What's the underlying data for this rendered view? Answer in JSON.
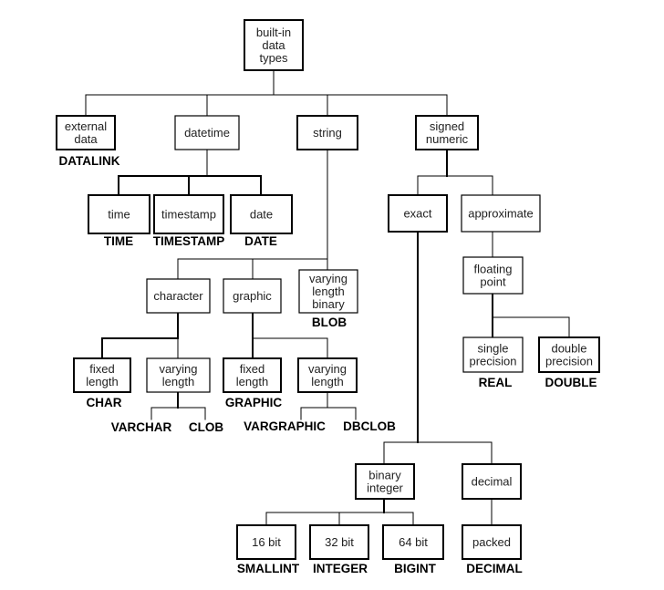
{
  "diagram": {
    "nodes": {
      "builtin": [
        "built-in",
        "data",
        "types"
      ],
      "external": [
        "external",
        "data"
      ],
      "datetime": [
        "datetime"
      ],
      "string": [
        "string"
      ],
      "signed_numeric": [
        "signed",
        "numeric"
      ],
      "time": [
        "time"
      ],
      "timestamp": [
        "timestamp"
      ],
      "date": [
        "date"
      ],
      "exact": [
        "exact"
      ],
      "approximate": [
        "approximate"
      ],
      "character": [
        "character"
      ],
      "graphic": [
        "graphic"
      ],
      "varying_length_binary": [
        "varying",
        "length",
        "binary"
      ],
      "floating_point": [
        "floating",
        "point"
      ],
      "char_fixed": [
        "fixed",
        "length"
      ],
      "char_varying": [
        "varying",
        "length"
      ],
      "graphic_fixed": [
        "fixed",
        "length"
      ],
      "graphic_varying": [
        "varying",
        "length"
      ],
      "single_precision": [
        "single",
        "precision"
      ],
      "double_precision": [
        "double",
        "precision"
      ],
      "binary_integer": [
        "binary",
        "integer"
      ],
      "decimal": [
        "decimal"
      ],
      "bit16": [
        "16 bit"
      ],
      "bit32": [
        "32 bit"
      ],
      "bit64": [
        "64 bit"
      ],
      "packed": [
        "packed"
      ]
    },
    "sql_types": {
      "datalink": "DATALINK",
      "time": "TIME",
      "timestamp": "TIMESTAMP",
      "date": "DATE",
      "blob": "BLOB",
      "char": "CHAR",
      "graphic": "GRAPHIC",
      "varchar": "VARCHAR",
      "clob": "CLOB",
      "vargraphic": "VARGRAPHIC",
      "dbclob": "DBCLOB",
      "real": "REAL",
      "double": "DOUBLE",
      "smallint": "SMALLINT",
      "integer": "INTEGER",
      "bigint": "BIGINT",
      "decimal": "DECIMAL"
    }
  }
}
